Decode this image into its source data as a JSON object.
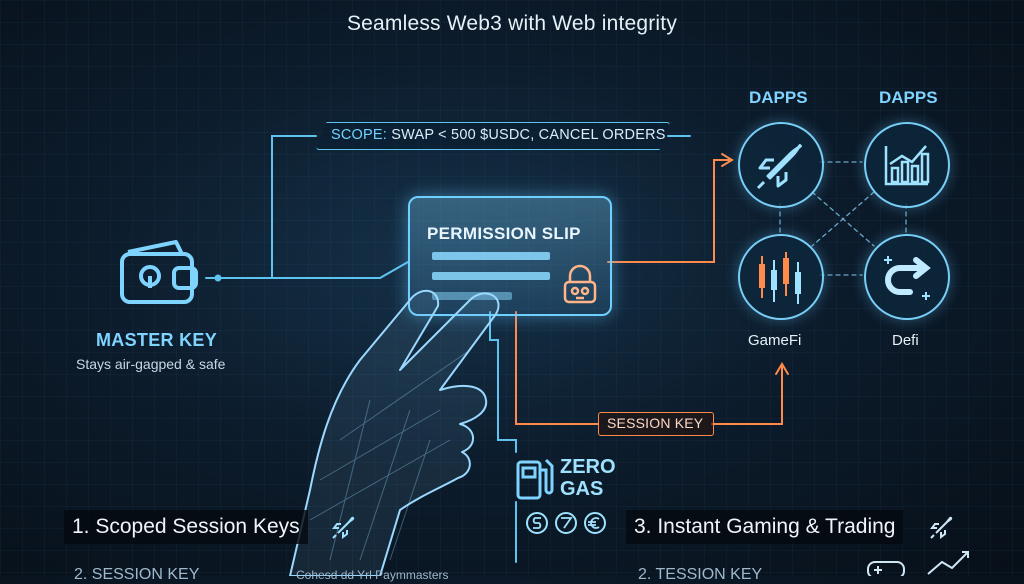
{
  "title": "Seamless Web3 with Web integrity",
  "master_key": {
    "title": "MASTER KEY",
    "subtitle": "Stays air-gagped & safe",
    "icon": "wallet-icon"
  },
  "scope": {
    "prefix": "SCOPE:",
    "text": "SWAP < 500 $USDC, CANCEL ORDERS"
  },
  "permission_slip": {
    "title": "PERMISSION SLIP",
    "icon": "lock-icon"
  },
  "gas": {
    "line1": "ZERO",
    "line2": "GAS",
    "icon": "gas-pump-icon"
  },
  "session_key": {
    "label": "SESSION KEY"
  },
  "dapps": {
    "label_left": "DAPPS",
    "label_right": "DAPPS",
    "nodes": [
      {
        "icon": "rocket-icon",
        "label": ""
      },
      {
        "icon": "growth-chart-icon",
        "label": ""
      },
      {
        "icon": "candlestick-icon",
        "label": "GameFi"
      },
      {
        "icon": "swap-arrow-icon",
        "label": "Defi"
      }
    ]
  },
  "steps": {
    "step1": "1. Scoped Session Keys",
    "step3": "3. Instant Gaming & Trading"
  },
  "cutoff": {
    "left": "2. SESSION KEY",
    "middle": "Cohesd dd Yrl Paymmasters",
    "right": "2. TESSION KEY"
  },
  "colors": {
    "accent_blue": "#5fc3f0",
    "accent_orange": "#ff8a4a",
    "background": "#0c1c2c"
  }
}
